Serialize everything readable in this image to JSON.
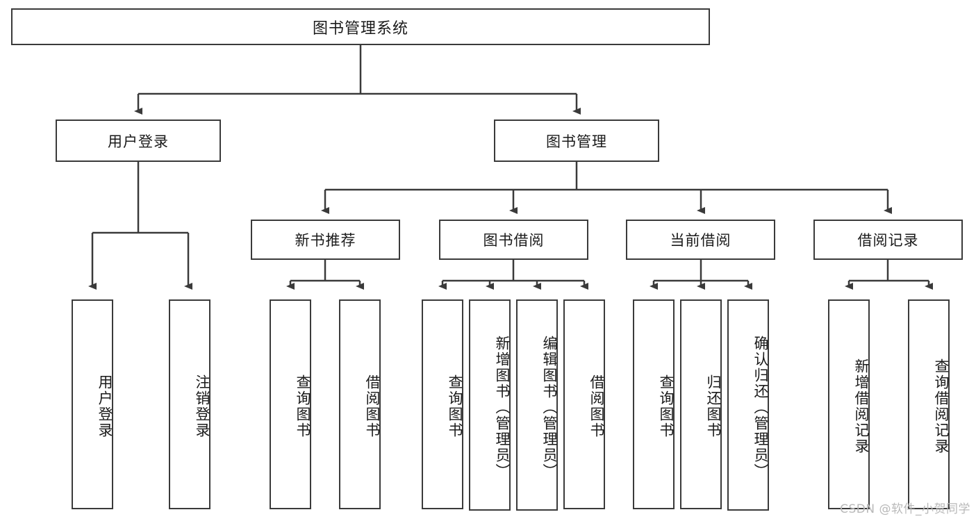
{
  "diagram": {
    "type": "tree",
    "title": "图书管理系统",
    "watermark": "CSDN @软件_小贺同学",
    "colors": {
      "node_border": "#3a3a3a",
      "node_fill": "#ffffff",
      "edge": "#3a3a3a",
      "text": "#1a1a1a",
      "watermark": "#b9b9b9",
      "background": "#ffffff"
    },
    "levels": {
      "root": {
        "label": "图书管理系统"
      },
      "level2": [
        {
          "label": "用户登录"
        },
        {
          "label": "图书管理"
        }
      ],
      "level3": [
        {
          "label": "新书推荐"
        },
        {
          "label": "图书借阅"
        },
        {
          "label": "当前借阅"
        },
        {
          "label": "借阅记录"
        }
      ],
      "leaves": {
        "user_login": [
          {
            "label": "用户登录"
          },
          {
            "label": "注销登录"
          }
        ],
        "new_book_recommend": [
          {
            "label": "查询图书"
          },
          {
            "label": "借阅图书"
          }
        ],
        "book_borrow": [
          {
            "label": "查询图书"
          },
          {
            "label": "新增图书（管理员）"
          },
          {
            "label": "编辑图书（管理员）"
          },
          {
            "label": "借阅图书"
          }
        ],
        "current_borrow": [
          {
            "label": "查询图书"
          },
          {
            "label": "归还图书"
          },
          {
            "label": "确认归还（管理员）"
          }
        ],
        "borrow_record": [
          {
            "label": "新增借阅记录"
          },
          {
            "label": "查询借阅记录"
          }
        ]
      }
    }
  }
}
